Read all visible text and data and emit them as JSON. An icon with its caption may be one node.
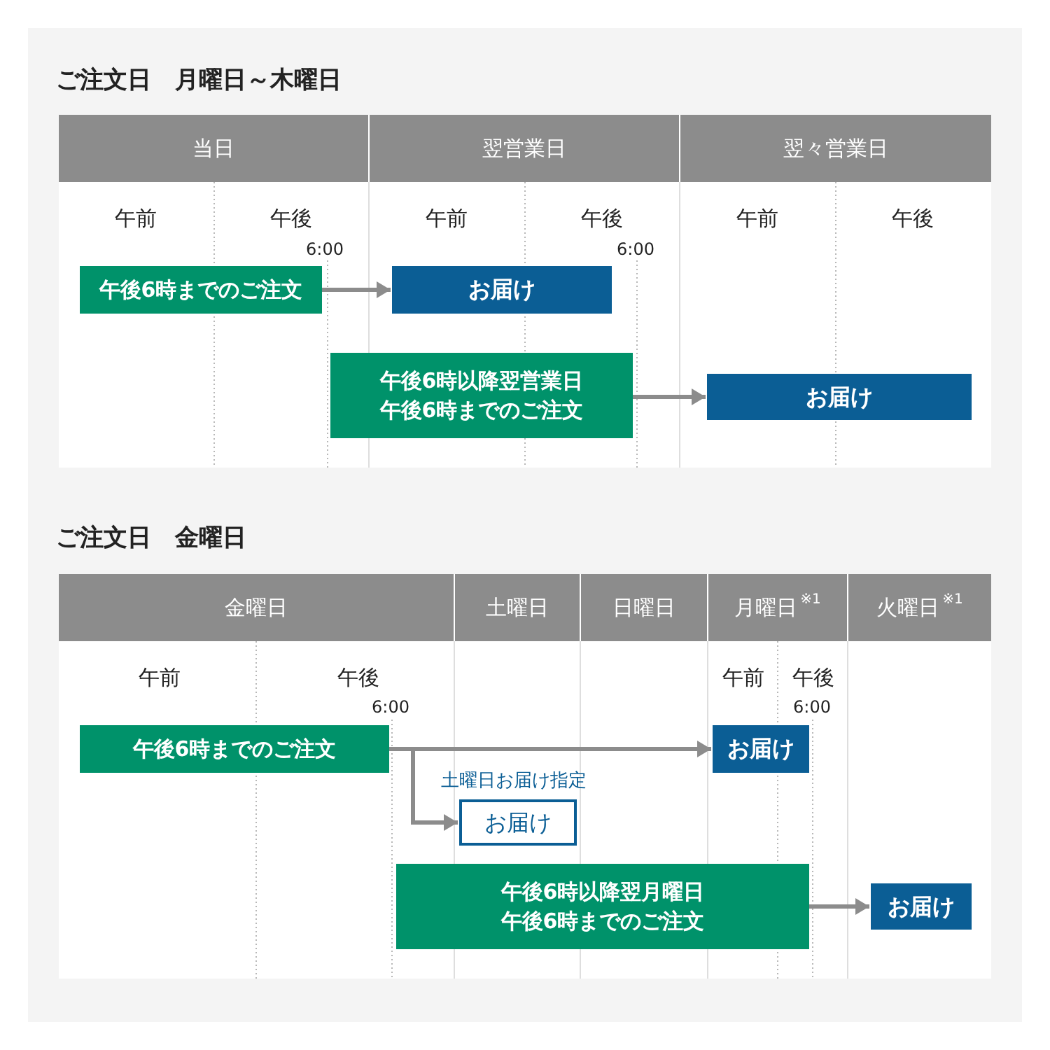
{
  "diagram": {
    "nodes": [
      {
        "text": [
          "午後6時までのご注文"
        ]
      },
      {
        "text": [
          "お届け"
        ]
      },
      {
        "text": [
          "午後6時以降翌営業日午後6時までのご注文"
        ]
      },
      {
        "text": [
          "お届け"
        ]
      },
      {
        "text": [
          "午後6時までのご注文"
        ]
      },
      {
        "text": [
          "お届け"
        ]
      },
      {
        "text": [
          "お届け"
        ],
        "beside": [
          "土曜日お届け指定"
        ]
      },
      {
        "text": [
          "午後6時以降翌月曜日午後6時までのご注文"
        ]
      },
      {
        "text": [
          "お届け"
        ]
      }
    ],
    "edges": [
      {
        "from": 0,
        "to": 1,
        "arrow": "to"
      },
      {
        "from": 2,
        "to": 3,
        "arrow": "to"
      },
      {
        "from": 4,
        "to": 5,
        "arrow": "to"
      },
      {
        "from": 4,
        "to": 6,
        "arrow": "to"
      },
      {
        "from": 7,
        "to": 8,
        "arrow": "to"
      }
    ],
    "labels": [
      "ご注文日　月曜日～木曜日",
      "当日",
      "翌営業日",
      "翌々営業日",
      "午前",
      "午後",
      "午前",
      "午後",
      "午前",
      "午後",
      "6:00",
      "6:00",
      "ご注文日　金曜日",
      "金曜日",
      "土曜日",
      "日曜日",
      "月曜日$^{※1}$",
      "火曜日$^{※1}$",
      "午前",
      "午後",
      "午前",
      "午後",
      "6:00",
      "6:00"
    ]
  }
}
